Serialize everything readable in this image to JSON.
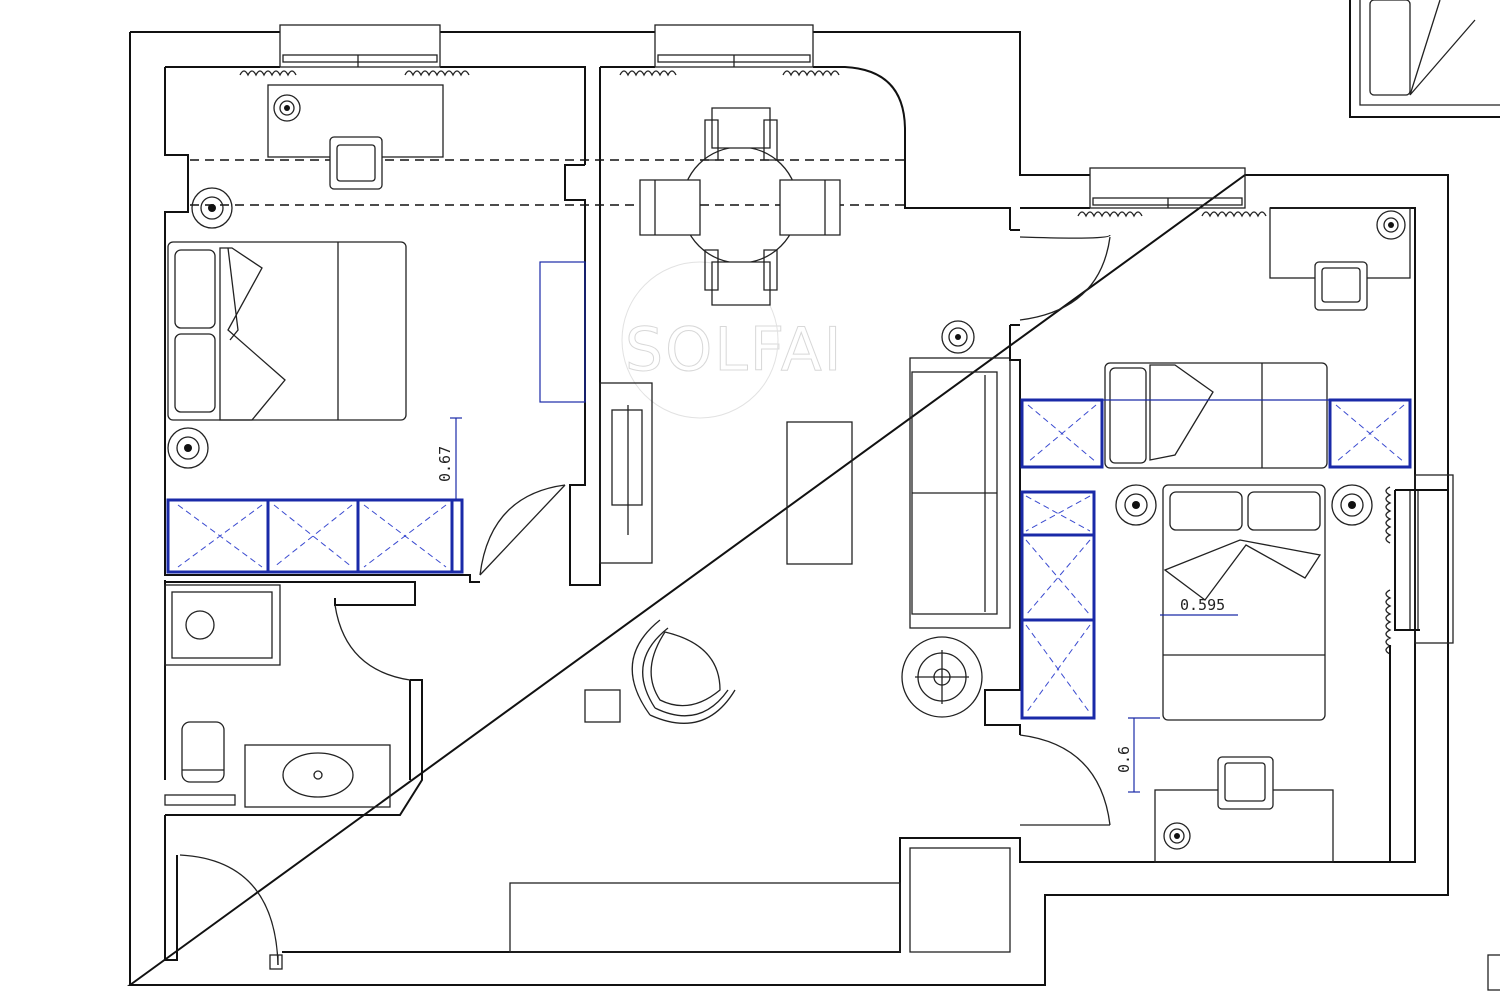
{
  "plan": {
    "watermark": "SOLFAI",
    "dimensions": {
      "left_bed_clearance": "0.67",
      "right_bed_side": "0.595",
      "right_bed_foot": "0.6"
    },
    "colors": {
      "walls": "#111111",
      "wardrobes": "#1a2aa8"
    }
  }
}
